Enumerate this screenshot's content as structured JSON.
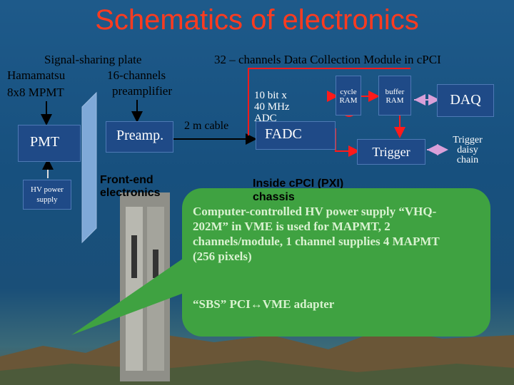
{
  "title": "Schematics of electronics",
  "signal_sharing_plate": "Signal-sharing plate",
  "hamamatsu": "Hamamatsu",
  "mpmt": "8x8 MPMT",
  "channels16": "16-channels",
  "preamplifier": "preamplifier",
  "module_title": "32 – channels Data Collection Module in cPCI",
  "pmt_box": "PMT",
  "hv_box": "HV power supply",
  "preamp_box": "Preamp.",
  "cable": "2 m cable",
  "adc_line1": "10 bit x",
  "adc_line2": "40 MHz",
  "adc_line3": "ADC",
  "fadc_box": "FADC",
  "cycle_ram": "cycle RAM",
  "buffer_ram": "buffer RAM",
  "daq_box": "DAQ",
  "trigger_box": "Trigger",
  "daisy": "Trigger daisy chain",
  "frontend": "Front-end electronics",
  "inside_pci": "Inside cPCI (PXI)",
  "chassis": "chassis",
  "callout_main": "Computer-controlled HV power supply “VHQ-202M” in VME is used for MAPMT, 2 channels/module, 1 channel supplies 4 MAPMT (256 pixels)",
  "callout_sbs": "“SBS” PCI↔VME adapter",
  "colors": {
    "title": "#ff3b1f",
    "box": "#1f4a87",
    "callout": "#3fa241",
    "arrow": "#ff1a1a"
  }
}
